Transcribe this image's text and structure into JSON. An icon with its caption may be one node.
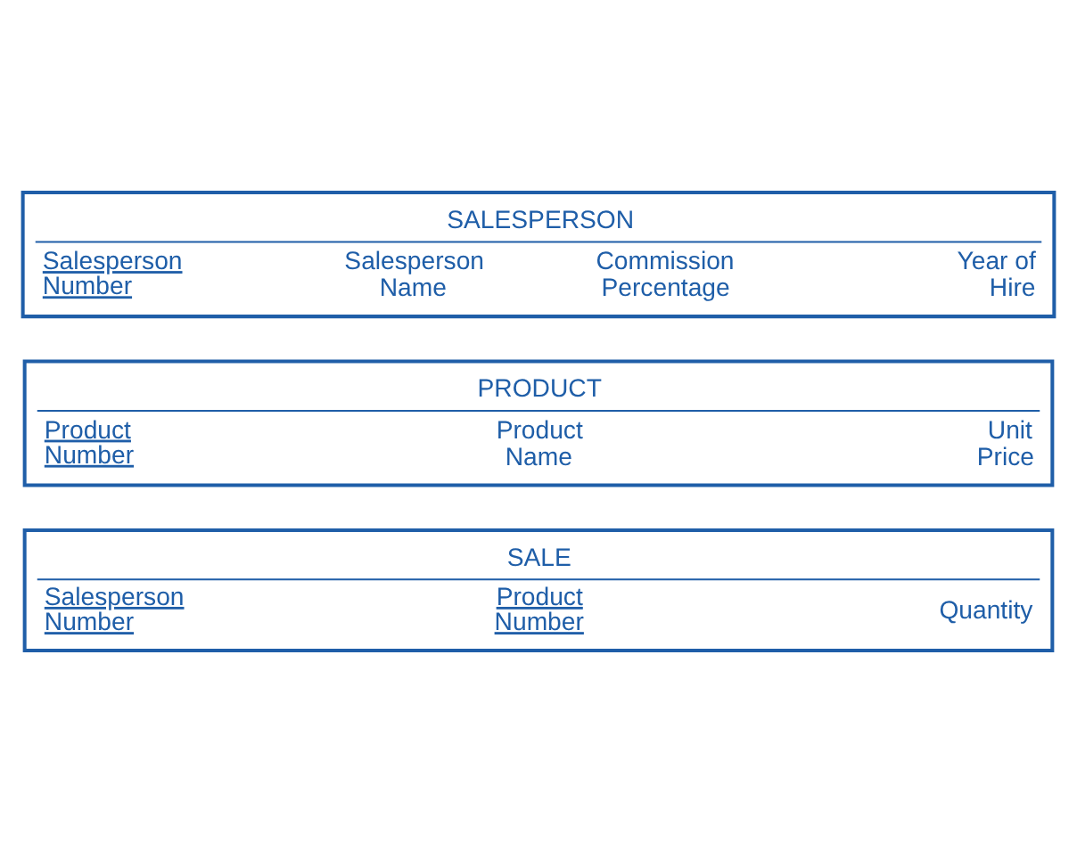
{
  "diagram": {
    "nodes": [
      {
        "text": [
          "SALESPERSON",
          "Salesperson Number",
          "Salesperson Name",
          "Commission Percentage",
          "Year of Hire"
        ]
      },
      {
        "text": [
          "PRODUCT",
          "Product Number",
          "Product Name",
          "Unit Price"
        ]
      },
      {
        "text": [
          "SALE",
          "Salesperson Number",
          "Product Number",
          "Quantity"
        ]
      }
    ],
    "edges": []
  }
}
